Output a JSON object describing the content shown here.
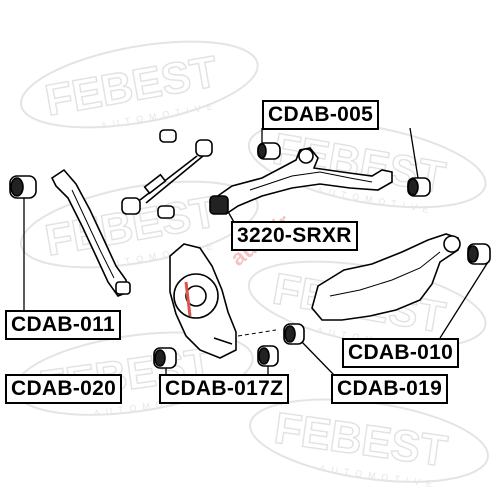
{
  "watermark": {
    "brand": "FEBEST",
    "tagline": "AUTOMOTIVE",
    "site": "autotir"
  },
  "labels": {
    "cdab_005": "CDAB-005",
    "srxr_3220": "3220-SRXR",
    "cdab_011": "CDAB-011",
    "cdab_010": "CDAB-010",
    "cdab_020": "CDAB-020",
    "cdab_017z": "CDAB-017Z",
    "cdab_019": "CDAB-019"
  },
  "colors": {
    "outline": "#000000",
    "watermark": "#e2e2e2",
    "site_mark": "#d9534f"
  }
}
